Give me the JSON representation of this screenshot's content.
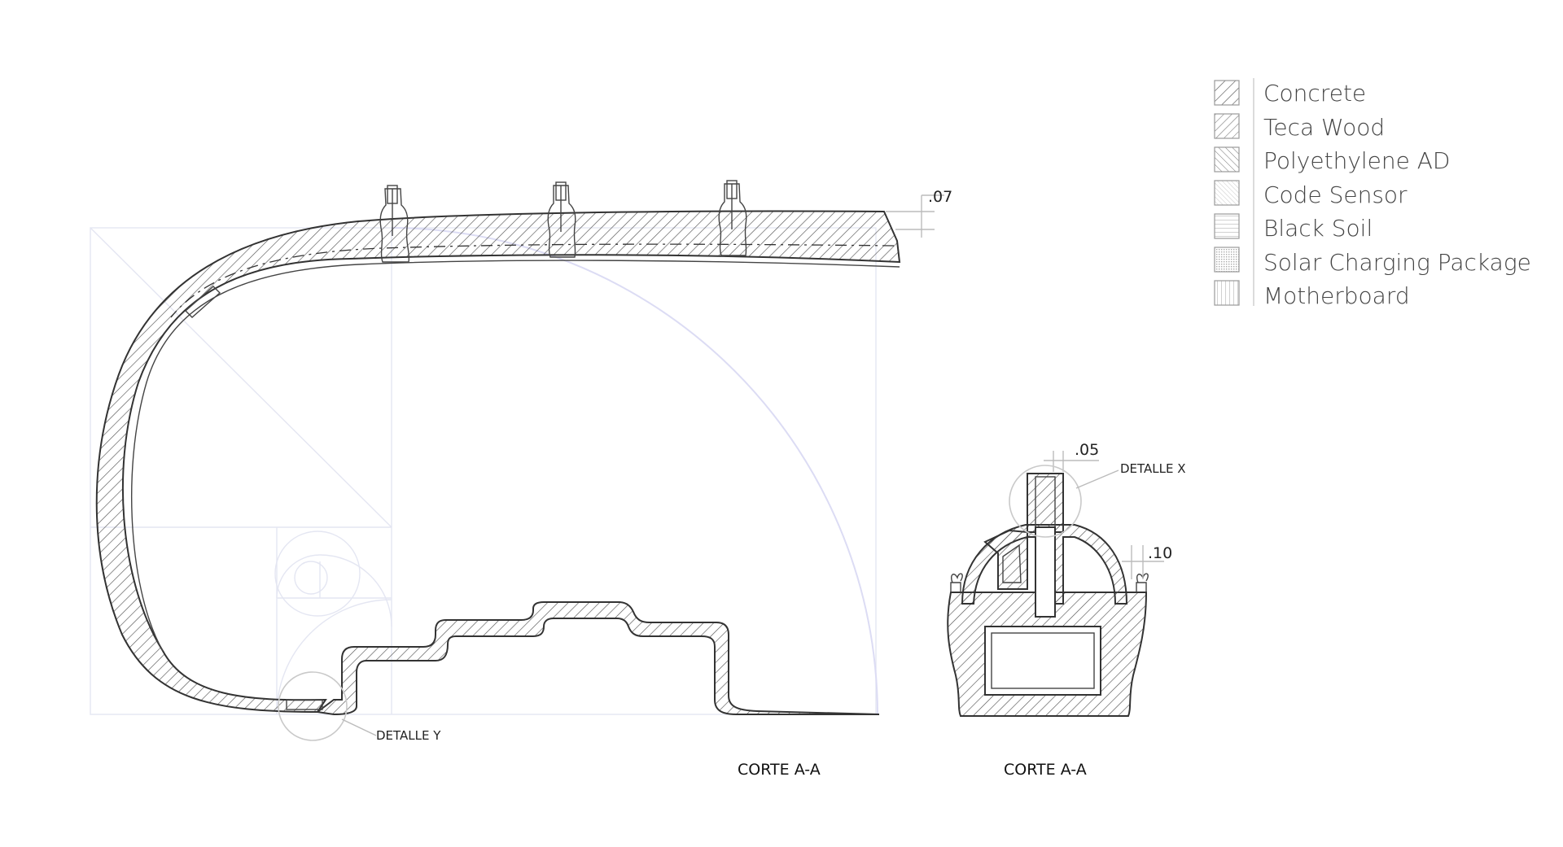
{
  "legend": {
    "items": [
      {
        "label": "Concrete",
        "pattern": "pat-concrete"
      },
      {
        "label": "Teca Wood",
        "pattern": "pat-teca"
      },
      {
        "label": "Polyethylene AD",
        "pattern": "pat-poly"
      },
      {
        "label": "Code Sensor",
        "pattern": "pat-sensor"
      },
      {
        "label": "Black Soil",
        "pattern": "pat-soil"
      },
      {
        "label": "Solar Charging Package",
        "pattern": "pat-solar"
      },
      {
        "label": "Motherboard",
        "pattern": "pat-mother"
      }
    ]
  },
  "main_section": {
    "caption": "CORTE A-A",
    "dimension_top": ".07",
    "detail_label": "DETALLE Y"
  },
  "small_section": {
    "caption": "CORTE A-A",
    "dimension_top": ".05",
    "dimension_side": ".10",
    "detail_label": "DETALLE X"
  },
  "colors": {
    "line": "#333333",
    "hatch": "#555555",
    "guide": "#e4e6f2",
    "arc": "#dcdcf4",
    "legend_text": "#444444"
  }
}
